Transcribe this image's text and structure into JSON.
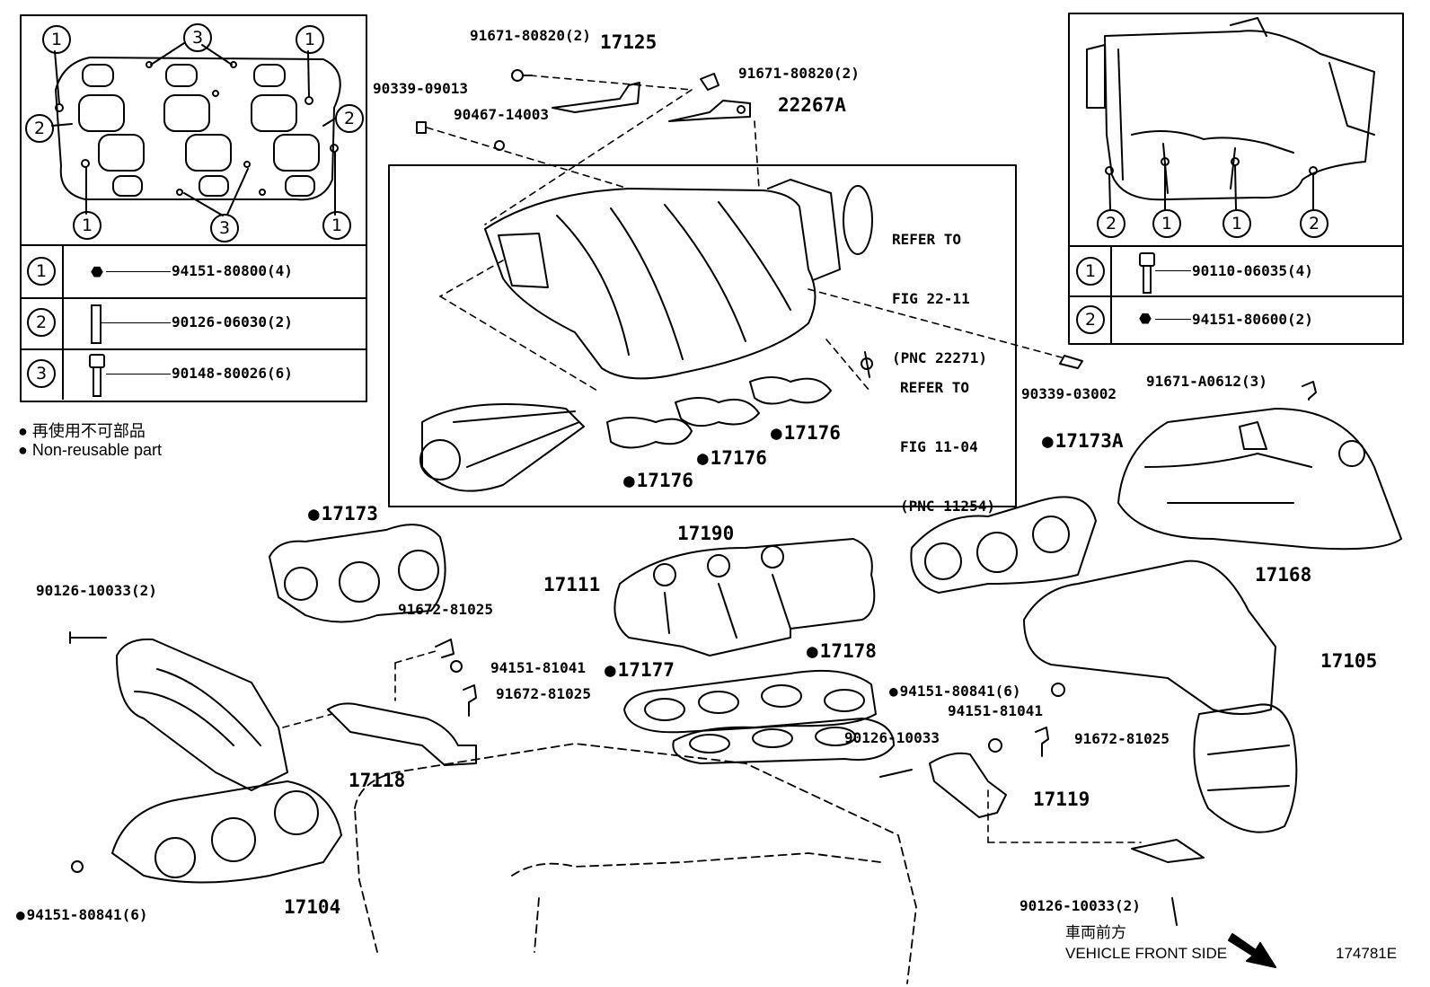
{
  "inset_left": {
    "callouts": {
      "c1": "1",
      "c2": "2",
      "c3": "3"
    },
    "rows": [
      {
        "num": "1",
        "part": "94151-80800(4)"
      },
      {
        "num": "2",
        "part": "90126-06030(2)"
      },
      {
        "num": "3",
        "part": "90148-80026(6)"
      }
    ]
  },
  "inset_right": {
    "callouts": {
      "c1": "1",
      "c2": "2"
    },
    "rows": [
      {
        "num": "1",
        "part": "90110-06035(4)"
      },
      {
        "num": "2",
        "part": "94151-80600(2)"
      }
    ]
  },
  "notes": {
    "jp": "再使用不可部品",
    "en": "Non-reusable part"
  },
  "refs": {
    "fig22": [
      "REFER TO",
      "FIG 22-11",
      "(PNC 22271)"
    ],
    "fig11": [
      "REFER TO",
      "FIG 11-04",
      "(PNC 11254)"
    ]
  },
  "labels": {
    "p17125": "17125",
    "p91671_80820_a": "91671-80820(2)",
    "p91671_80820_b": "91671-80820(2)",
    "p22267A": "22267A",
    "p90339_09013": "90339-09013",
    "p90467_14003": "90467-14003",
    "p90339_03002": "90339-03002",
    "p91671_A0612": "91671-A0612(3)",
    "p17176_a": "17176",
    "p17176_b": "17176",
    "p17176_c": "17176",
    "p17190": "17190",
    "p17173A": "17173A",
    "p17173": "17173",
    "p17168": "17168",
    "p17111": "17111",
    "p91672_81025_a": "91672-81025",
    "p94151_81041_a": "94151-81041",
    "p91672_81025_b": "91672-81025",
    "p17177": "17177",
    "p17178": "17178",
    "p90126_10033_a": "90126-10033(2)",
    "p17118": "17118",
    "p17105": "17105",
    "p94151_80841_a": "94151-80841(6)",
    "p94151_81041_b": "94151-81041",
    "p91672_81025_c": "91672-81025",
    "p90126_10033_b": "90126-10033",
    "p17119": "17119",
    "p17104": "17104",
    "p94151_80841_b": "94151-80841(6)",
    "p90126_10033_c": "90126-10033(2)"
  },
  "footer": {
    "front_jp": "車両前方",
    "front_en": "VEHICLE FRONT SIDE",
    "fig_id": "174781E"
  }
}
